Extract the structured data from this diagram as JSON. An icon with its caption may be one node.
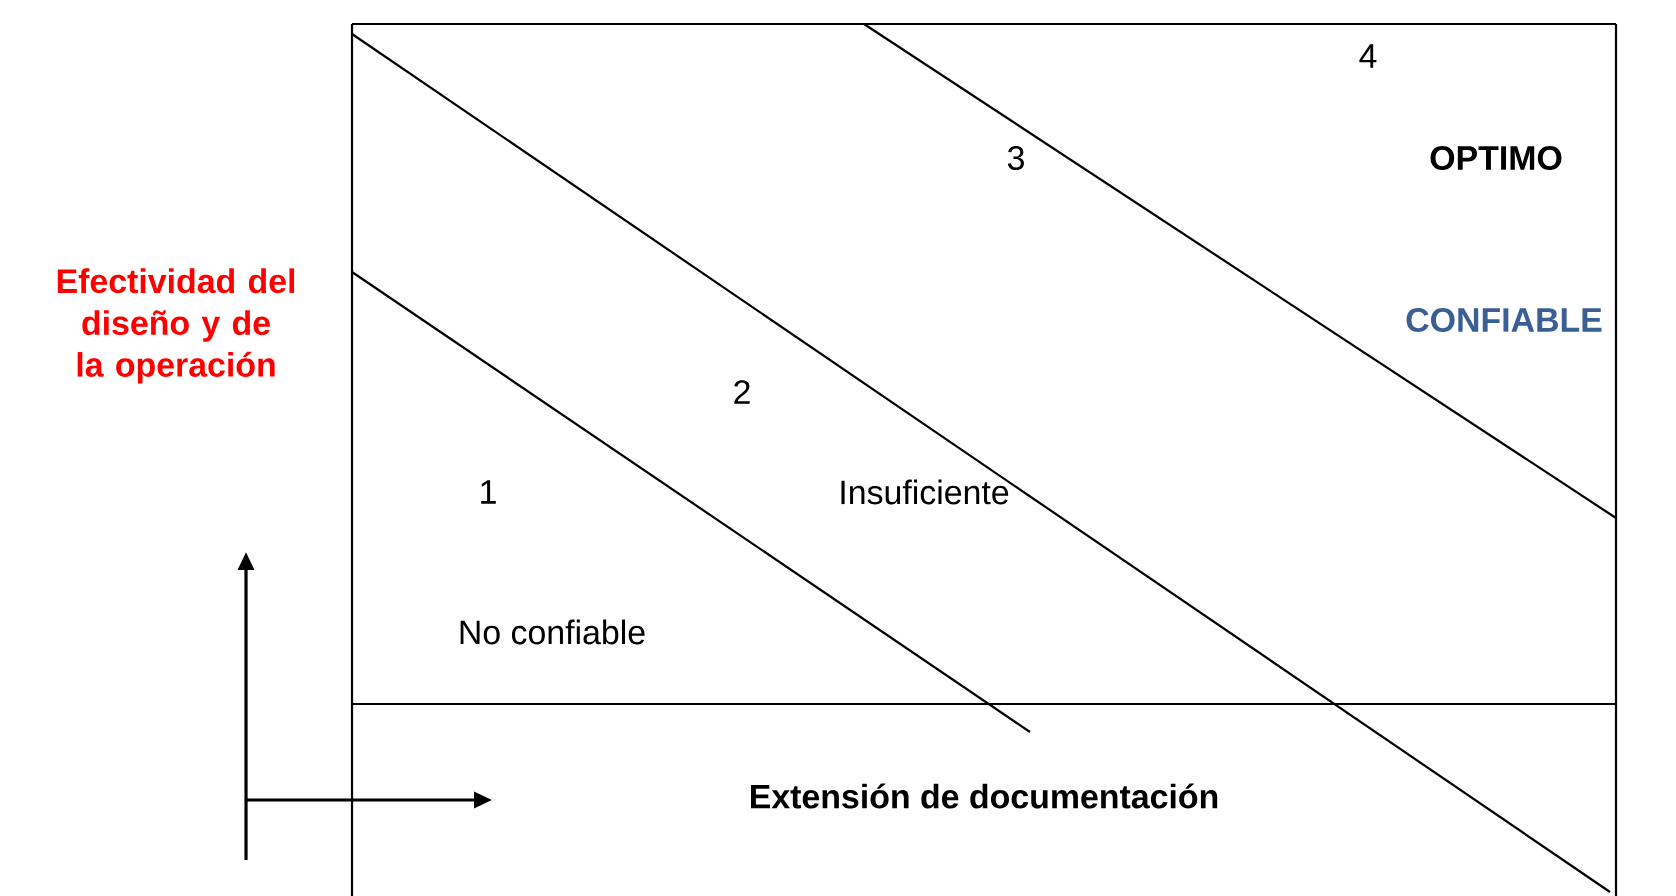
{
  "diagram": {
    "labels": [
      "4",
      "3",
      "OPTIMO",
      "Efectividad del diseño y de la operación",
      "CONFIABLE",
      "2",
      "1",
      "Insuficiente",
      "No confiable",
      "Extensión de documentación"
    ]
  }
}
